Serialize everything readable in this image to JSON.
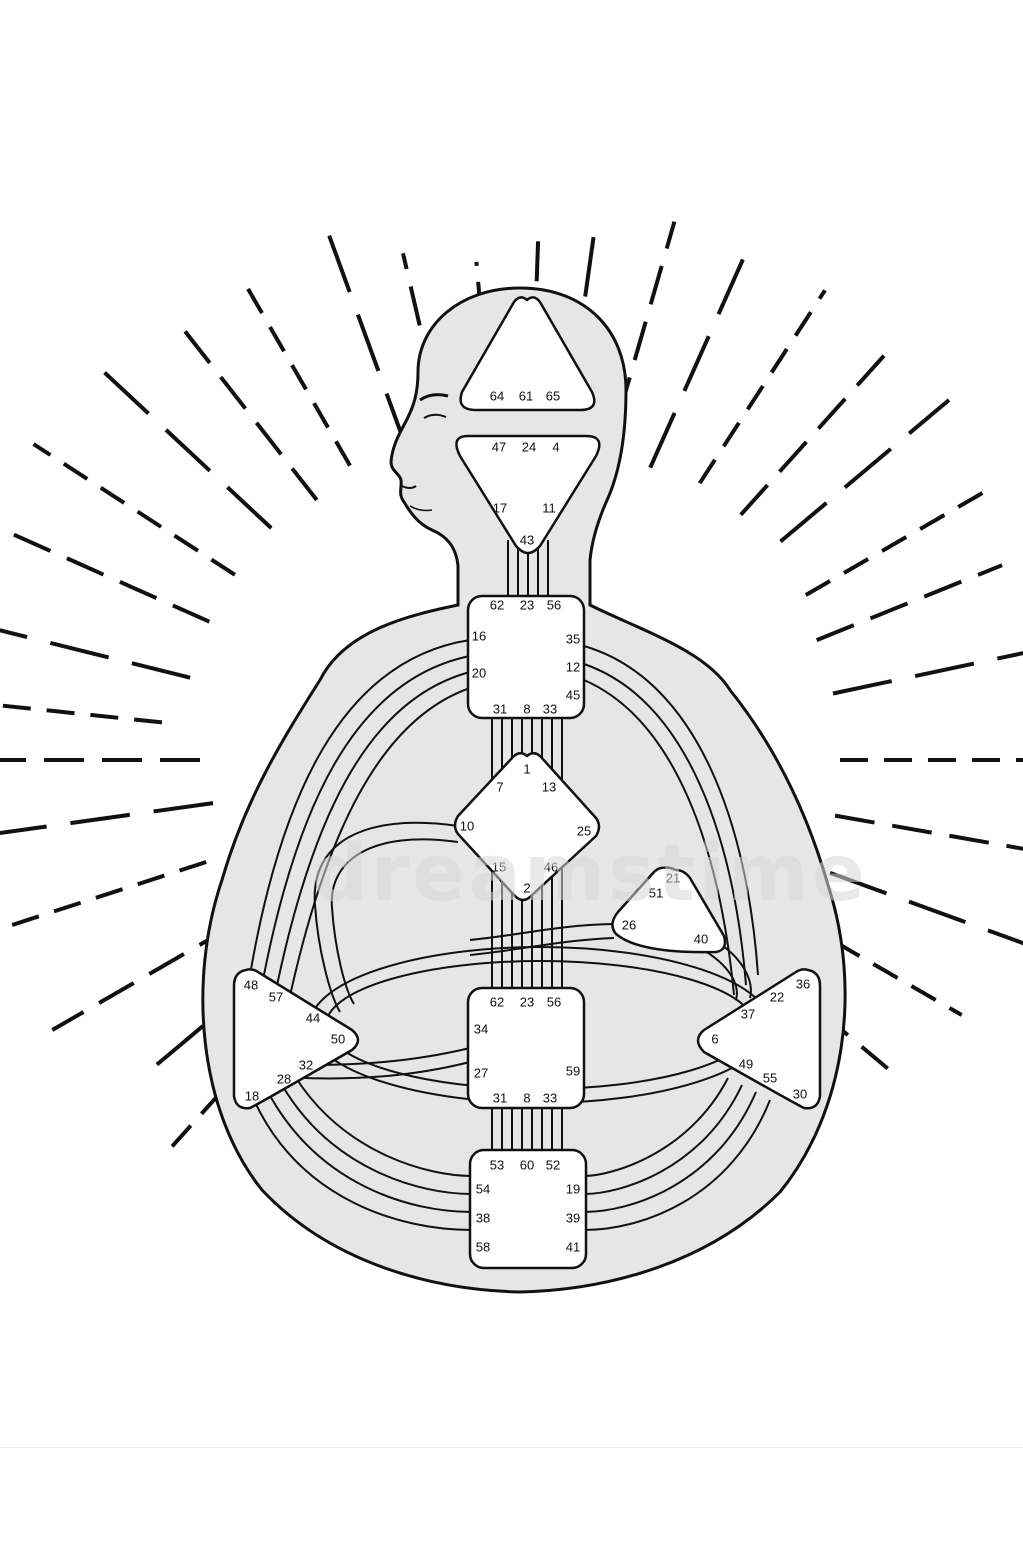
{
  "colors": {
    "stroke": "#111111",
    "body_fill": "#e6e6e6",
    "center_fill": "#ffffff",
    "text": "#111111"
  },
  "watermark": "dreamstime",
  "centers": [
    {
      "id": "head",
      "gates": [
        "64",
        "61",
        "65"
      ]
    },
    {
      "id": "ajna",
      "gates": [
        "47",
        "24",
        "4",
        "17",
        "11",
        "43"
      ]
    },
    {
      "id": "throat",
      "gates": [
        "62",
        "23",
        "56",
        "16",
        "35",
        "12",
        "20",
        "45",
        "31",
        "8",
        "33"
      ]
    },
    {
      "id": "g",
      "gates": [
        "1",
        "7",
        "13",
        "10",
        "25",
        "15",
        "46",
        "2"
      ]
    },
    {
      "id": "heart",
      "gates": [
        "21",
        "51",
        "26",
        "40"
      ]
    },
    {
      "id": "spleen",
      "gates": [
        "48",
        "57",
        "44",
        "50",
        "32",
        "28",
        "18"
      ]
    },
    {
      "id": "sacral",
      "gates": [
        "62",
        "23",
        "56",
        "34",
        "27",
        "59",
        "31",
        "8",
        "33"
      ]
    },
    {
      "id": "solar-plexus",
      "gates": [
        "36",
        "22",
        "37",
        "6",
        "49",
        "55",
        "30"
      ]
    },
    {
      "id": "root",
      "gates": [
        "53",
        "60",
        "52",
        "54",
        "19",
        "38",
        "39",
        "58",
        "41"
      ]
    }
  ]
}
